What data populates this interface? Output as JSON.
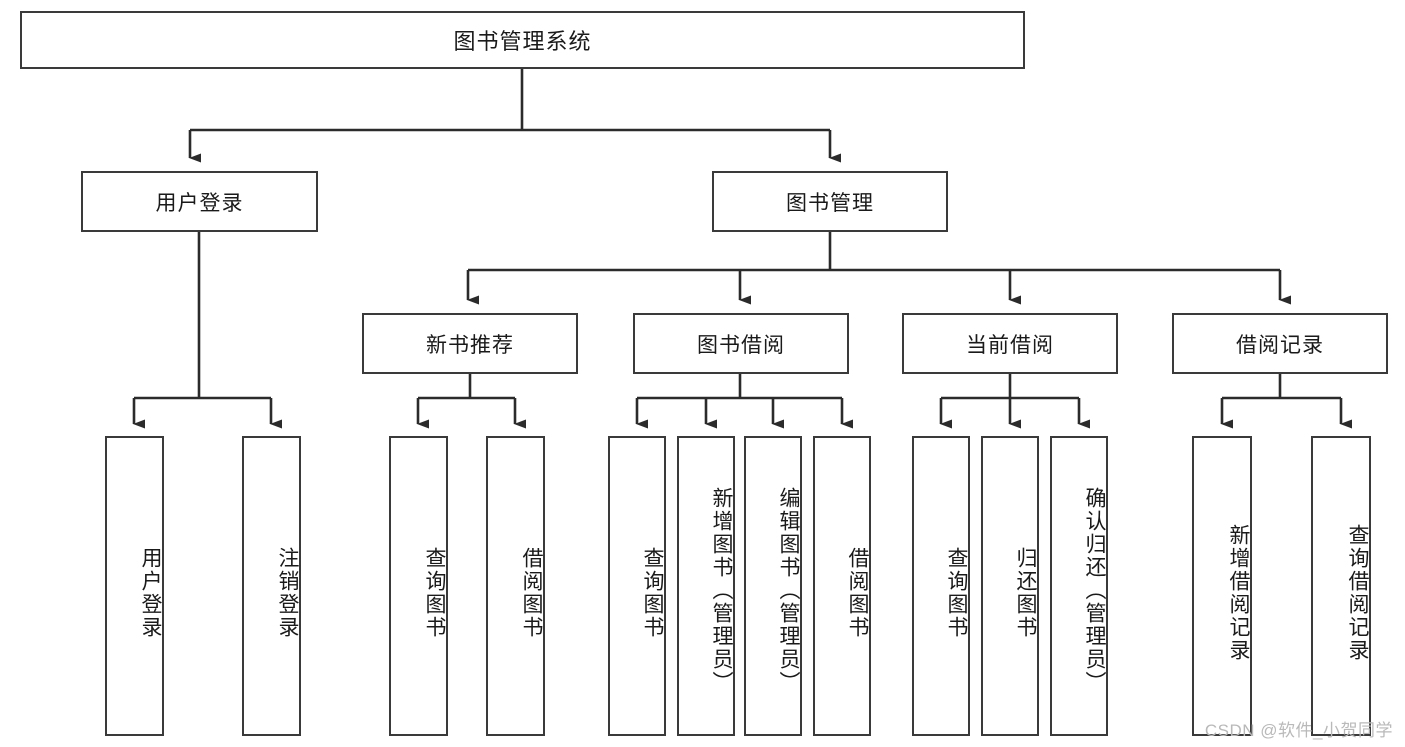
{
  "diagram": {
    "title": "图书管理系统",
    "watermark": "CSDN @软件_小贺同学",
    "colors": {
      "border": "#3a3a3a",
      "text": "#1a1a1a",
      "background": "#ffffff",
      "connector": "#2b2b2b",
      "watermark": "#b9b9b9"
    },
    "root": {
      "label": "图书管理系统"
    },
    "level2": [
      {
        "label": "用户登录"
      },
      {
        "label": "图书管理"
      }
    ],
    "level3": [
      {
        "label": "新书推荐"
      },
      {
        "label": "图书借阅"
      },
      {
        "label": "当前借阅"
      },
      {
        "label": "借阅记录"
      }
    ],
    "leaves": {
      "user_login": [
        {
          "label": "用户登录"
        },
        {
          "label": "注销登录"
        }
      ],
      "new_book_recommend": [
        {
          "label": "查询图书"
        },
        {
          "label": "借阅图书"
        }
      ],
      "book_borrow": [
        {
          "label": "查询图书"
        },
        {
          "label": "新增图书（管理员）"
        },
        {
          "label": "编辑图书（管理员）"
        },
        {
          "label": "借阅图书"
        }
      ],
      "current_borrow": [
        {
          "label": "查询图书"
        },
        {
          "label": "归还图书"
        },
        {
          "label": "确认归还（管理员）"
        }
      ],
      "borrow_records": [
        {
          "label": "新增借阅记录"
        },
        {
          "label": "查询借阅记录"
        }
      ]
    }
  }
}
